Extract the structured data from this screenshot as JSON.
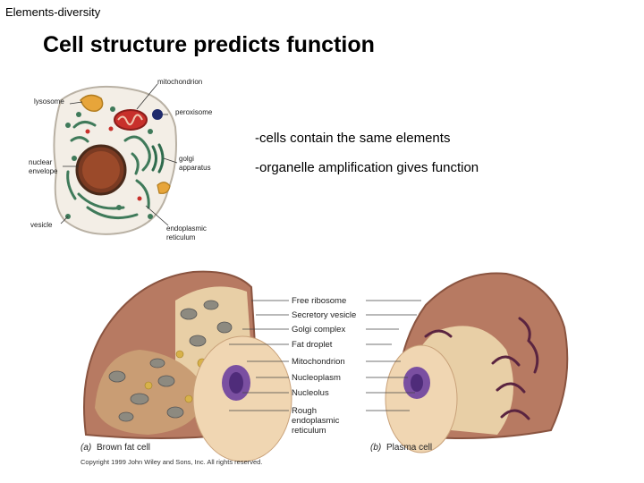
{
  "header": {
    "text": "Elements-diversity"
  },
  "title": "Cell structure predicts function",
  "bullets": [
    "-cells contain the same elements",
    "-organelle amplification gives function"
  ],
  "cell_diagram": {
    "labels": {
      "mitochondrion": "mitochondrion",
      "lysosome": "lysosome",
      "peroxisome": "peroxisome",
      "nuclear_envelope_1": "nuclear",
      "nuclear_envelope_2": "envelope",
      "golgi_1": "golgi",
      "golgi_2": "apparatus",
      "vesicle": "vesicle",
      "er_1": "endoplasmic",
      "er_2": "reticulum"
    }
  },
  "comparison_figure": {
    "labels": [
      "Free ribosome",
      "Secretory vesicle",
      "Golgi complex",
      "Fat droplet",
      "Mitochondrion",
      "Nucleoplasm",
      "Nucleolus",
      "Rough",
      "endoplasmic",
      "reticulum"
    ],
    "captions": {
      "a_letter": "(a)",
      "a_text": "Brown fat cell",
      "b_letter": "(b)",
      "b_text": "Plasma cell"
    },
    "copyright": "Copyright 1999 John Wiley and Sons, Inc. All rights reserved."
  }
}
